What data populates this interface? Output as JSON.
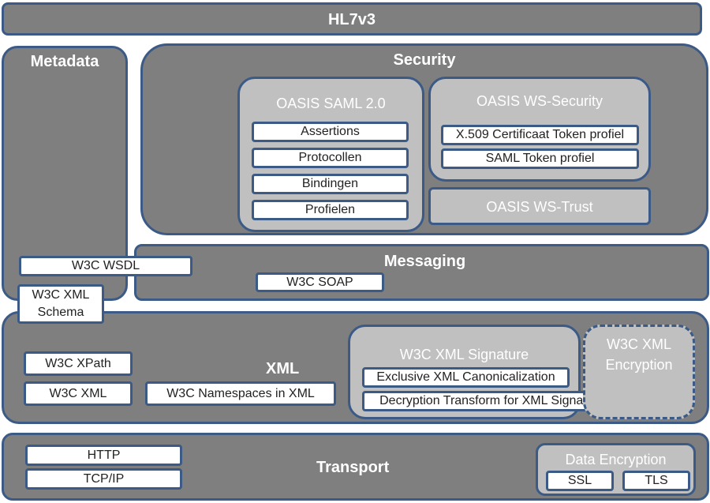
{
  "hl7": {
    "title": "HL7v3"
  },
  "metadata": {
    "title": "Metadata",
    "wsdl": "W3C WSDL",
    "schema_line1": "W3C XML",
    "schema_line2": "Schema"
  },
  "security": {
    "title": "Security",
    "saml": {
      "title": "OASIS  SAML 2.0",
      "items": [
        "Assertions",
        "Protocollen",
        "Bindingen",
        "Profielen"
      ]
    },
    "wssecurity": {
      "title": "OASIS WS-Security",
      "items": [
        "X.509 Certificaat Token profiel",
        "SAML Token profiel"
      ]
    },
    "wstrust": {
      "title": "OASIS WS-Trust"
    }
  },
  "messaging": {
    "title": "Messaging",
    "soap": "W3C SOAP"
  },
  "xml": {
    "title": "XML",
    "xpath": "W3C XPath",
    "xml": "W3C XML",
    "namespaces": "W3C Namespaces in XML",
    "signature": {
      "title": "W3C XML Signature",
      "items": [
        "Exclusive XML Canonicalization",
        "Decryption Transform for XML Signature"
      ]
    },
    "encryption": {
      "line1": "W3C XML",
      "line2": "Encryption"
    }
  },
  "transport": {
    "title": "Transport",
    "http": "HTTP",
    "tcpip": "TCP/IP",
    "data_encryption": {
      "title": "Data Encryption",
      "ssl": "SSL",
      "tls": "TLS"
    }
  },
  "colors": {
    "layer_fill": "#7f7f7f",
    "group_fill": "#c0c0c0",
    "border": "#3b5a86",
    "item_fill": "#ffffff"
  }
}
